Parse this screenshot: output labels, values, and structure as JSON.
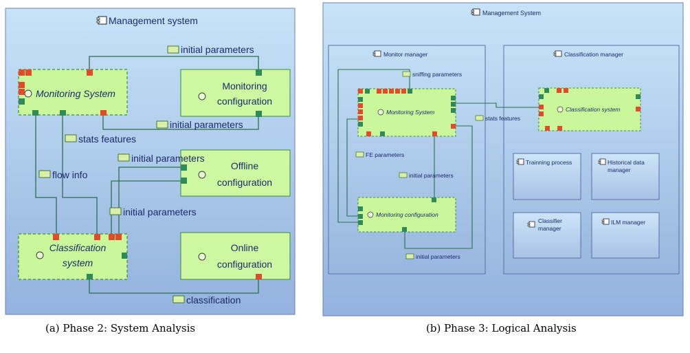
{
  "panel_a": {
    "title": "Management system",
    "caption": "(a) Phase 2: System Analysis",
    "nodes": {
      "monitoring_system": "Monitoring System",
      "monitoring_config_1": "Monitoring",
      "monitoring_config_2": "configuration",
      "offline_config_1": "Offline",
      "offline_config_2": "configuration",
      "classification_1": "Classification",
      "classification_2": "system",
      "online_config_1": "Online",
      "online_config_2": "configuration"
    },
    "flows": {
      "initial_top": "initial parameters",
      "initial_mid": "initial parameters",
      "stats": "stats features",
      "initial_offline": "initial parameters",
      "flow_info": "flow info",
      "initial_low": "initial parameters",
      "classification": "classification"
    }
  },
  "panel_b": {
    "title": "Management System",
    "caption": "(b) Phase 3: Logical Analysis",
    "monitor_manager": "Monitor manager",
    "classification_manager": "Classification manager",
    "nodes": {
      "monitoring_system": "Monitoring System",
      "monitoring_configuration": "Monitoring configuration",
      "classification_system": "Classification system",
      "training_process": "Trainning process",
      "historical_1": "Historical data",
      "historical_2": "manager",
      "classifier_1": "Classifier",
      "classifier_2": "manager",
      "ilm_manager": "ILM manager"
    },
    "flows": {
      "sniffing": "sniffing parameters",
      "stats": "stats features",
      "fe": "FE parameters",
      "initial_mid": "initial parameters",
      "initial_bottom": "initial parameters"
    }
  },
  "colors": {
    "container": "#b6d6f3",
    "system_box": "#c9f799",
    "dashed_border": "#3d8a3d",
    "solid_node": "#cdf7a0",
    "flow_line": "#2c6e49",
    "port_in": "#e34a2a",
    "port_out": "#2e8b57",
    "text": "#1a2a6c"
  }
}
